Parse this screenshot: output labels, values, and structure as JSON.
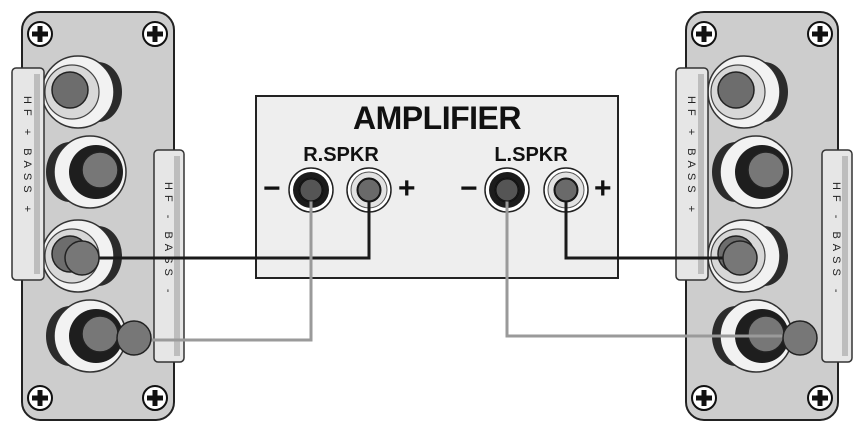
{
  "amplifier": {
    "title": "AMPLIFIER",
    "right_channel_label": "R.SPKR",
    "left_channel_label": "L.SPKR",
    "negative_symbol": "−",
    "positive_symbol": "+"
  },
  "speaker_left": {
    "strap_outer_text": "HF + BASS +",
    "strap_inner_text": "HF - BASS -"
  },
  "speaker_right": {
    "strap_outer_text": "HF + BASS +",
    "strap_inner_text": "HF - BASS -"
  },
  "colors": {
    "positive_wire": "#1a1a1a",
    "negative_wire": "#9a9a9a",
    "plate": "#cfcfcf",
    "amplifier_face": "#eeeeee"
  }
}
